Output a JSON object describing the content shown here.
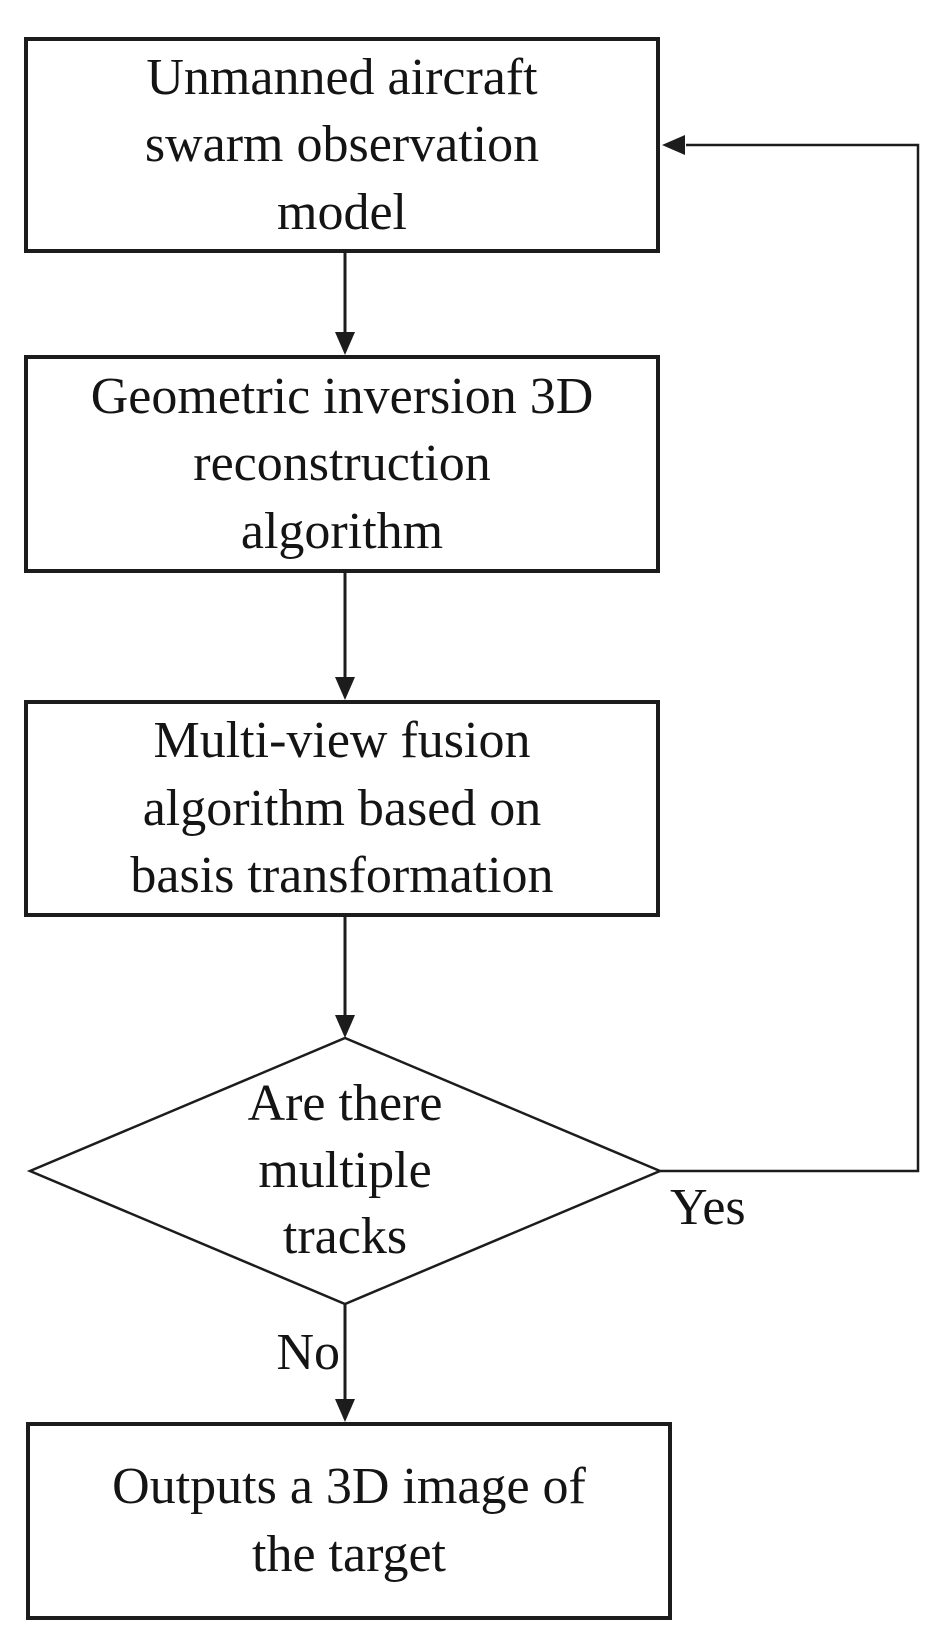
{
  "flowchart": {
    "colors": {
      "background": "#ffffff",
      "stroke": "#1c1c1c",
      "text": "#141414"
    },
    "nodes": [
      {
        "id": "observation-model",
        "type": "process",
        "label": "Unmanned aircraft swarm observation model",
        "lines": [
          "Unmanned aircraft",
          "swarm observation",
          "model"
        ]
      },
      {
        "id": "geometric-inversion",
        "type": "process",
        "label": "Geometric inversion 3D reconstruction algorithm",
        "lines": [
          "Geometric inversion 3D",
          "reconstruction",
          "algorithm"
        ]
      },
      {
        "id": "multiview-fusion",
        "type": "process",
        "label": "Multi-view fusion algorithm based on basis transformation",
        "lines": [
          "Multi-view fusion",
          "algorithm based on",
          "basis transformation"
        ]
      },
      {
        "id": "multiple-tracks-decision",
        "type": "decision",
        "label": "Are there multiple tracks",
        "lines": [
          "Are there",
          "multiple",
          "tracks"
        ]
      },
      {
        "id": "output-image",
        "type": "process",
        "label": "Outputs a 3D image of the target",
        "lines": [
          "Outputs a 3D image of",
          "the target"
        ]
      }
    ],
    "edges": [
      {
        "from": "observation-model",
        "to": "geometric-inversion",
        "label": ""
      },
      {
        "from": "geometric-inversion",
        "to": "multiview-fusion",
        "label": ""
      },
      {
        "from": "multiview-fusion",
        "to": "multiple-tracks-decision",
        "label": ""
      },
      {
        "from": "multiple-tracks-decision",
        "to": "observation-model",
        "label": "Yes"
      },
      {
        "from": "multiple-tracks-decision",
        "to": "output-image",
        "label": "No"
      }
    ]
  }
}
